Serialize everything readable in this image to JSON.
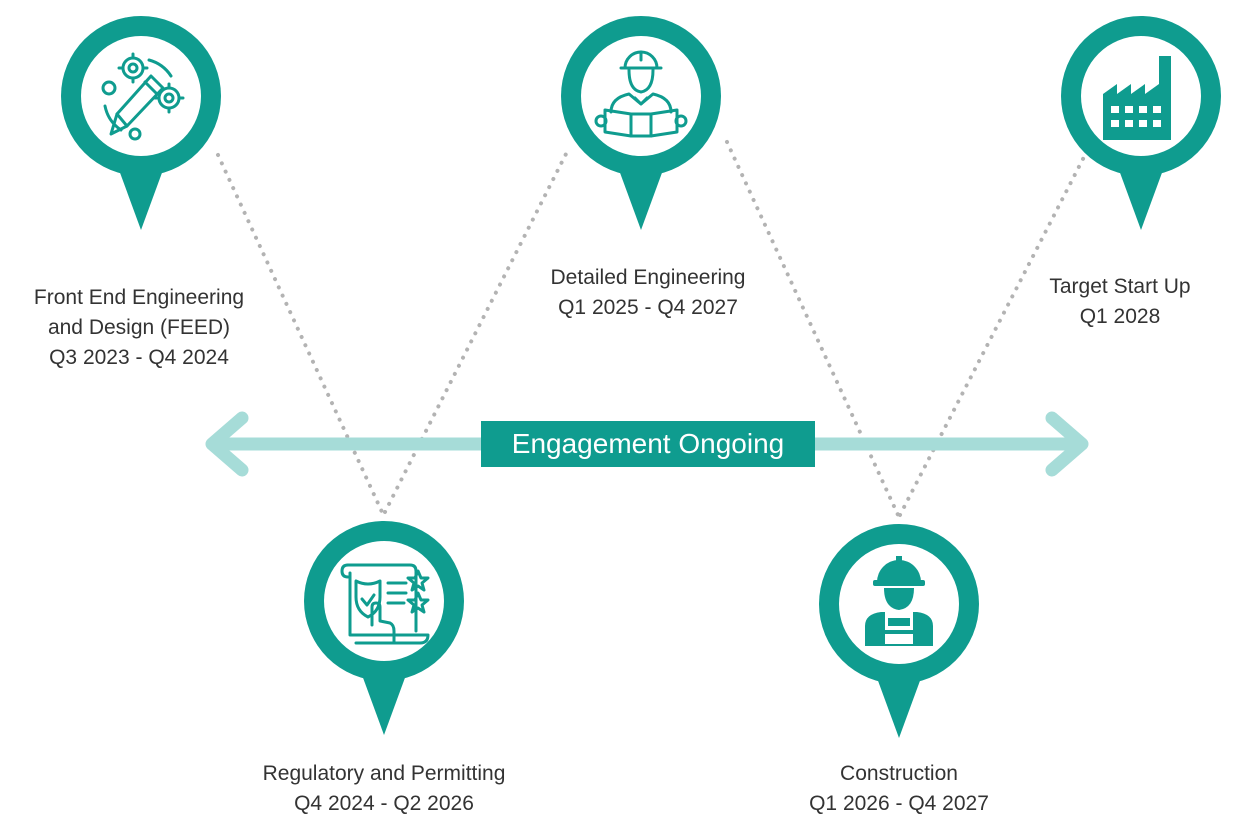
{
  "colors": {
    "primary": "#0f9c8f",
    "arrow": "#a6dcd8",
    "dots": "#b3b3b3",
    "text": "#333333",
    "icon_bg": "#ffffff"
  },
  "banner": {
    "text": "Engagement Ongoing"
  },
  "milestones": [
    {
      "id": "feed",
      "icon": "pencil-gears-icon",
      "title_lines": [
        "Front End Engineering",
        "and Design (FEED)"
      ],
      "period": "Q3 2023 - Q4 2024"
    },
    {
      "id": "regulatory",
      "icon": "permit-document-icon",
      "title_lines": [
        "Regulatory and Permitting"
      ],
      "period": "Q4 2024 - Q2 2026"
    },
    {
      "id": "detailed",
      "icon": "engineer-blueprint-icon",
      "title_lines": [
        "Detailed Engineering"
      ],
      "period": "Q1 2025 - Q4 2027"
    },
    {
      "id": "construction",
      "icon": "construction-worker-icon",
      "title_lines": [
        "Construction"
      ],
      "period": "Q1 2026 - Q4 2027"
    },
    {
      "id": "startup",
      "icon": "factory-icon",
      "title_lines": [
        "Target Start Up"
      ],
      "period": "Q1 2028"
    }
  ]
}
